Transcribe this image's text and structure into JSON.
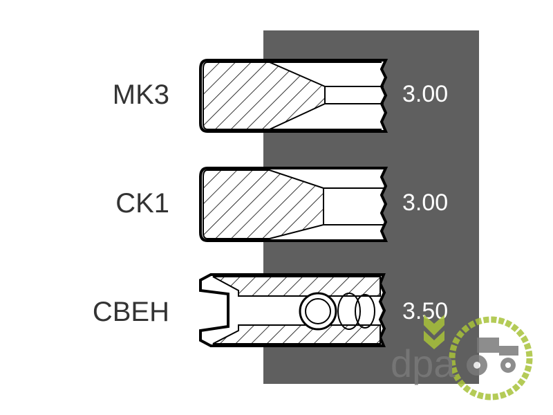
{
  "rings": [
    {
      "name": "MK3",
      "value": "3.00"
    },
    {
      "name": "CK1",
      "value": "3.00"
    },
    {
      "name": "CBEH",
      "value": "3.50"
    }
  ],
  "watermark": {
    "text": "dpa"
  },
  "colors": {
    "panel": "#5f5f5f",
    "logo_green": "#a8c23a",
    "logo_gray": "#7a7a7a"
  }
}
